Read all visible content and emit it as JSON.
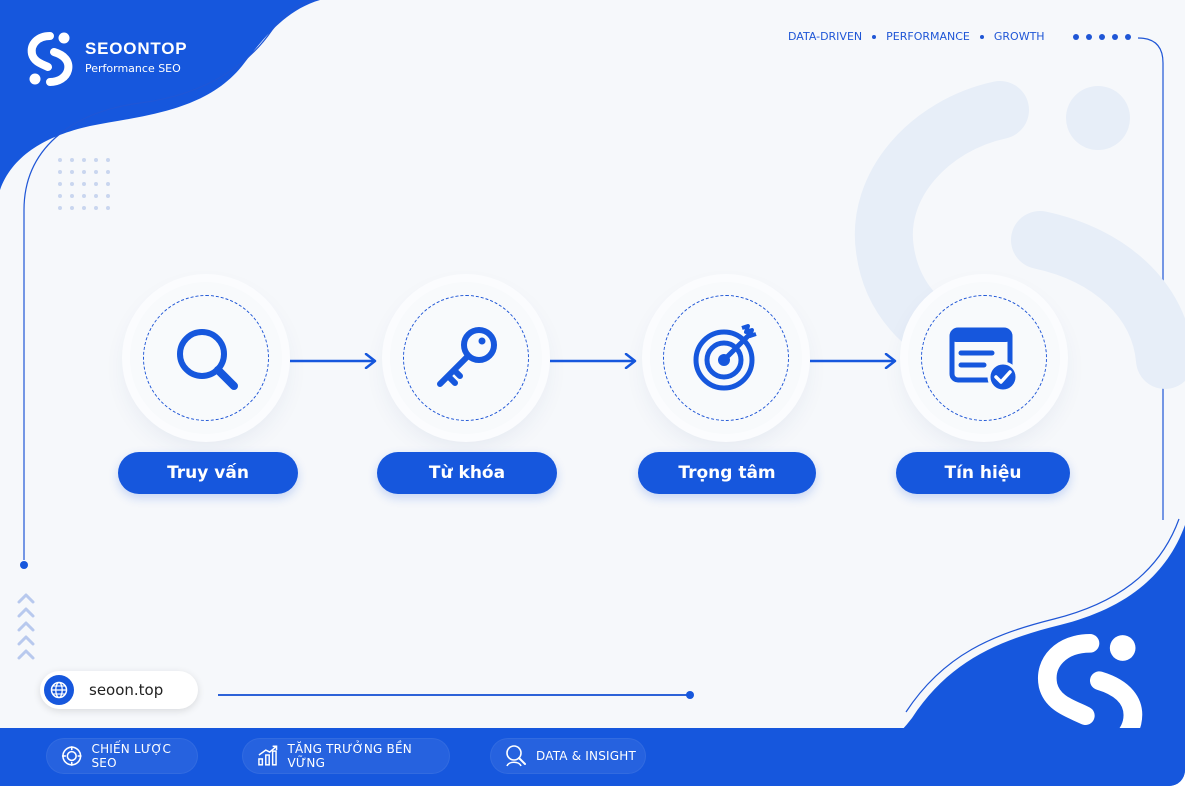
{
  "brand": {
    "name": "SEOONTOP",
    "subtitle": "Performance SEO"
  },
  "taglines": [
    "DATA-DRIVEN",
    "PERFORMANCE",
    "GROWTH"
  ],
  "steps": [
    {
      "label": "Truy vấn",
      "icon": "search-icon"
    },
    {
      "label": "Từ khóa",
      "icon": "key-icon"
    },
    {
      "label": "Trọng tâm",
      "icon": "target-icon"
    },
    {
      "label": "Tín hiệu",
      "icon": "browser-check-icon"
    }
  ],
  "website": {
    "url": "seoon.top",
    "icon": "globe-icon"
  },
  "bottom_bar": {
    "items": [
      {
        "label": "CHIẾN LƯỢC SEO",
        "icon": "strategy-icon"
      },
      {
        "label": "TĂNG TRƯỞNG BỀN VỮNG",
        "icon": "growth-chart-icon"
      },
      {
        "label": "DATA & INSIGHT",
        "icon": "insight-icon"
      }
    ]
  },
  "colors": {
    "primary": "#1657dd",
    "background": "#f6f8fb",
    "watermark": "#e6edf8"
  }
}
